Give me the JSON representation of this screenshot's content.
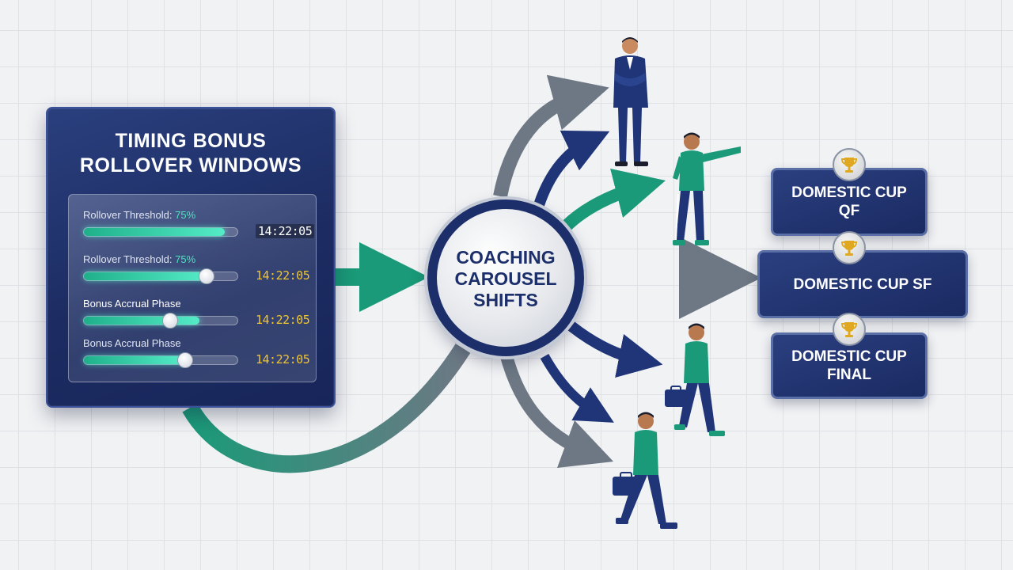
{
  "panel": {
    "title_line1": "TIMING BONUS",
    "title_line2": "ROLLOVER WINDOWS",
    "rows": [
      {
        "label": "Rollover Threshold:",
        "pct": "75%",
        "time": "14:22:05",
        "fill": 0.92,
        "thumb": null
      },
      {
        "label": "Rollover Threshold:",
        "pct": "75%",
        "time": "14:22:05",
        "fill": 0.8,
        "thumb": 0.8
      },
      {
        "label": "Bonus Accrual Phase",
        "pct": "",
        "time": "14:22:05",
        "fill": 0.75,
        "thumb": 0.56
      },
      {
        "label": "Bonus Accrual Phase",
        "pct": "",
        "time": "14:22:05",
        "fill": 0.66,
        "thumb": 0.66
      }
    ]
  },
  "hub": {
    "line1": "COACHING",
    "line2": "CAROUSEL",
    "line3": "SHIFTS"
  },
  "cups": [
    {
      "line1": "DOMESTIC CUP",
      "line2": "QF"
    },
    {
      "line1": "DOMESTIC CUP SF",
      "line2": ""
    },
    {
      "line1": "DOMESTIC CUP",
      "line2": "FINAL"
    }
  ],
  "colors": {
    "navy": "#1c2f6a",
    "green": "#1a9a78",
    "gray": "#6d7884",
    "gold": "#e0a820",
    "accent": "#4ee3c0",
    "time": "#f1c52c"
  },
  "icons": [
    "trophy-icon",
    "person-icon",
    "briefcase-icon",
    "arrow-icon"
  ]
}
